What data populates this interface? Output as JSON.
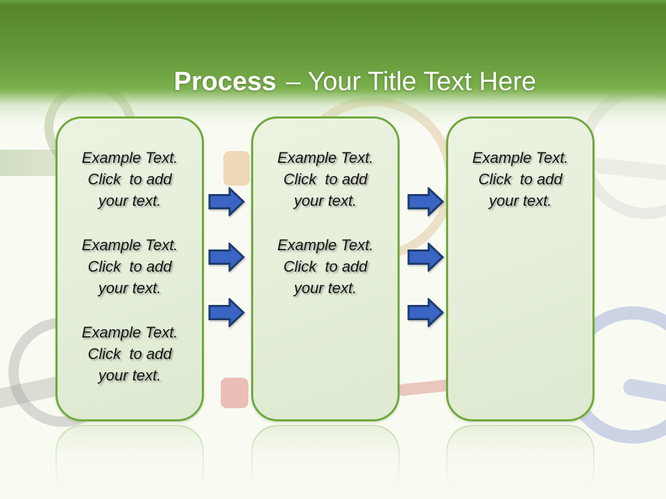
{
  "slide": {
    "title": {
      "bold": "Process",
      "rest": "– Your Title Text Here"
    },
    "boxes": [
      {
        "id": "box-1",
        "paragraphs": [
          {
            "lines": [
              "Example Text.",
              "Click  to add",
              "your text."
            ]
          },
          {
            "lines": [
              "Example Text.",
              "Click  to add",
              "your text."
            ]
          },
          {
            "lines": [
              "Example Text.",
              "Click  to add",
              "your text."
            ]
          }
        ]
      },
      {
        "id": "box-2",
        "paragraphs": [
          {
            "lines": [
              "Example Text.",
              "Click  to add",
              "your text."
            ]
          },
          {
            "lines": [
              "Example Text.",
              "Click  to add",
              "your text."
            ]
          }
        ]
      },
      {
        "id": "box-3",
        "paragraphs": [
          {
            "lines": [
              "Example Text.",
              "Click  to add",
              "your text."
            ]
          }
        ]
      }
    ],
    "arrow_columns": [
      {
        "between": "box-1-and-box-2",
        "arrow_count": 3,
        "icon": "arrow-right-icon"
      },
      {
        "between": "box-2-and-box-3",
        "arrow_count": 3,
        "icon": "arrow-right-icon"
      }
    ]
  },
  "colors": {
    "background": "#f9fbf3",
    "header_green_dark": "#568428",
    "header_green_light": "#7ab04c",
    "title_color": "#ffffff",
    "box_fill": "#e4eed8",
    "box_border": "#71a83e",
    "text_color": "#141414",
    "arrow_fill": "#3a65c4",
    "arrow_border": "#1d3c6e"
  }
}
